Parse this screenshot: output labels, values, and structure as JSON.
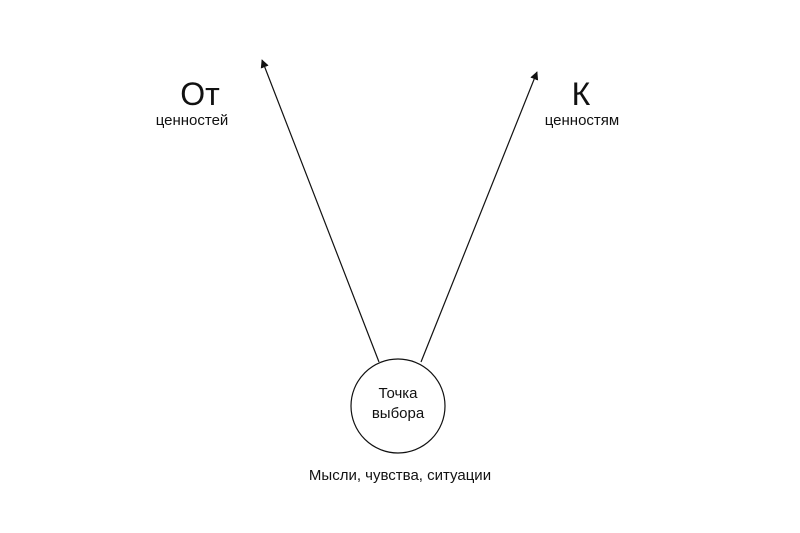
{
  "diagram": {
    "left_branch": {
      "title": "От",
      "subtitle": "ценностей"
    },
    "right_branch": {
      "title": "К",
      "subtitle": "ценностям"
    },
    "center_node": {
      "line1": "Точка",
      "line2": "выбора"
    },
    "caption": "Мысли, чувства, ситуации"
  },
  "colors": {
    "stroke": "#111111",
    "background": "#ffffff"
  }
}
